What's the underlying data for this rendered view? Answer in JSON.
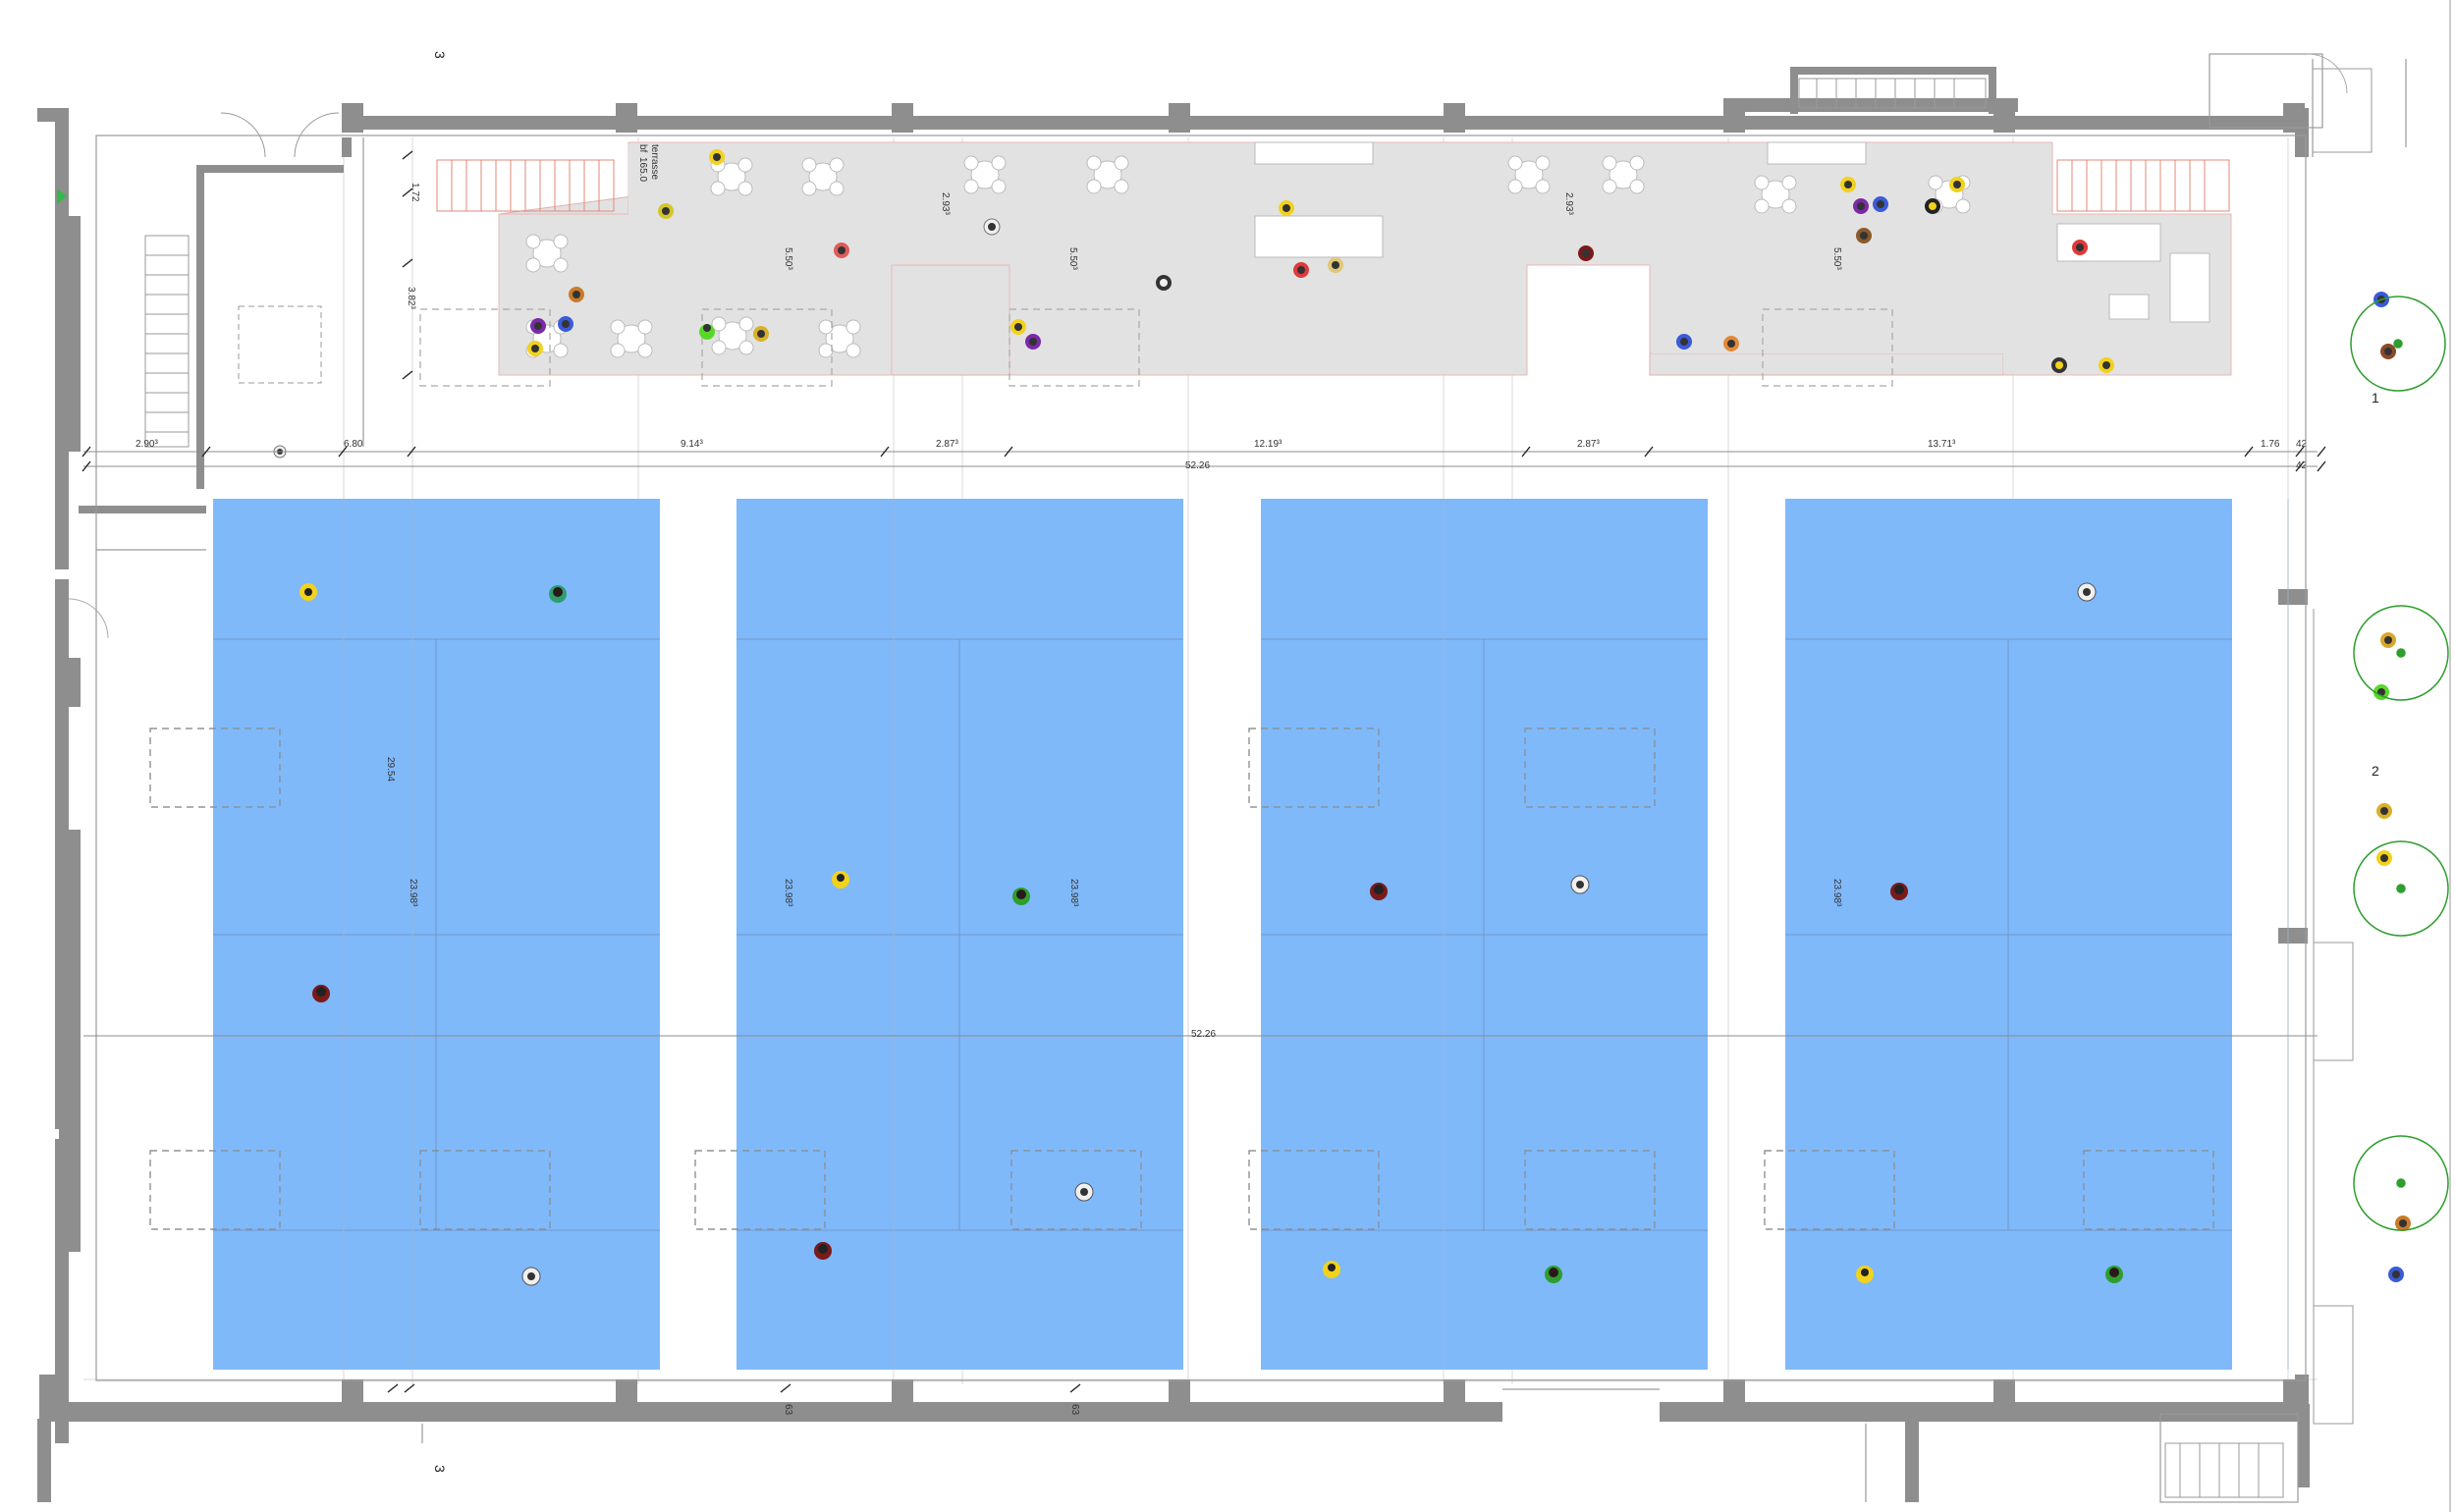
{
  "colors": {
    "wall": "#8e8e8e",
    "court": "#7fb9fa",
    "court_line": "#6f8fb8",
    "terrace": "#e2e2e2",
    "stair": "#e89a8a",
    "tree": "#2e9e2e",
    "dim_line": "#c8c8c8"
  },
  "horizontal_dims": {
    "d1": "2.90³",
    "d2": "6.80",
    "d3": "9.14³",
    "d4": "2.87³",
    "d5": "12.19³",
    "d6": "2.87³",
    "d7": "13.71³",
    "d8": "1.76",
    "d9": "42",
    "total_top": "52.26",
    "total_mid": "52.26",
    "total_top_right": "42"
  },
  "vertical_dims": {
    "v1": "1.72",
    "v2": "3.82³",
    "v3": "5.50³",
    "v4": "2.93³",
    "v5": "5.50³",
    "v6": "2.93³",
    "v7": "5.50³",
    "v8": "29.54",
    "v9": "23.98³",
    "v10": "23.98³",
    "v11": "23.98³",
    "v12": "23.98³",
    "b1": "63",
    "b2": "63"
  },
  "terrace": {
    "label_a": "terrasse",
    "label_b": "bf",
    "label_c": "165.0"
  },
  "section_marks": {
    "top": "3",
    "bottom": "3"
  },
  "tree_labels": {
    "t1": "1",
    "t2": "2"
  },
  "courts": [
    "court-1",
    "court-2",
    "court-3",
    "court-4"
  ]
}
